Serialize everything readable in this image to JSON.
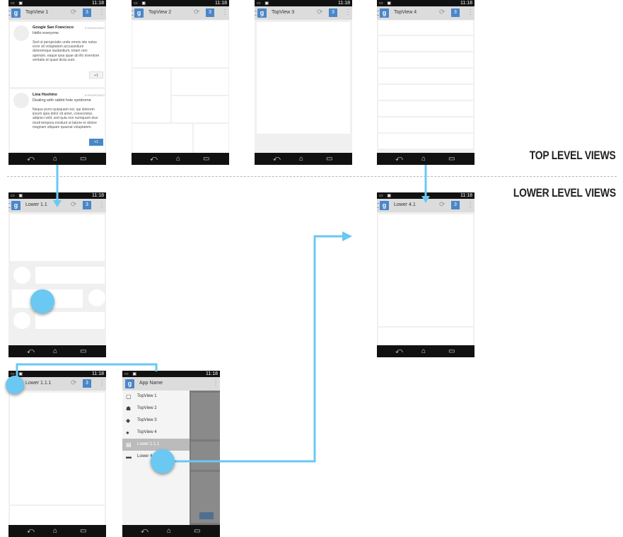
{
  "status_time": "11:18",
  "badge_count": "3",
  "status_icons": "▭ ▣",
  "nav_icons": {
    "back": "⤺",
    "home": "⌂",
    "recent": "▭"
  },
  "action_icons": {
    "refresh": "⟳",
    "menu": "⋮",
    "g_logo": "g"
  },
  "headings": {
    "top": "TOP LEVEL VIEWS",
    "lower": "LOWER LEVEL VIEWS"
  },
  "screens": {
    "topview1": {
      "title": "TopView 1"
    },
    "topview2": {
      "title": "TopView 2"
    },
    "topview3": {
      "title": "TopView 3"
    },
    "topview4": {
      "title": "TopView 4"
    },
    "lower11": {
      "title": "Lower 1.1"
    },
    "lower41": {
      "title": "Lower 4.1"
    },
    "lower111": {
      "title": "Lower 1.1.1"
    },
    "drawer": {
      "title": "App Name"
    }
  },
  "posts": [
    {
      "author": "Google San Francisco",
      "time": "6 HOURS AGO",
      "tagline": "Hello everyone.",
      "body": "Sed ut perspiciatis unde omnis iste natus error sit voluptatem accusantium doloremque laudantium, totam rem aperiam, eaque ipsa quae ab illo inventore veritatis et quasi dicta sunt.",
      "plus": "+1"
    },
    {
      "author": "Lina Hoshino",
      "time": "6 HOURS AGO",
      "tagline": "Dealing with rabbit hole syndrome",
      "body": "Neque porro quisquam est, qui dolorem ipsum quia dolor sit amet, consectetur, adipisci velit, sed quia non numquam eius modi tempora incidunt ut labore et dolore magnam aliquam quaerat voluptatem.",
      "plus": "+1"
    }
  ],
  "drawer_items": [
    {
      "label": "TopView 1",
      "icon": "inbox-icon",
      "glyph": "▢"
    },
    {
      "label": "TopView 2",
      "icon": "people-icon",
      "glyph": "☗"
    },
    {
      "label": "TopView 3",
      "icon": "tag-icon",
      "glyph": "◆"
    },
    {
      "label": "TopView 4",
      "icon": "info-icon",
      "glyph": "●"
    },
    {
      "label": "Lower 1.1.1",
      "icon": "chat-icon",
      "glyph": "▤",
      "selected": true
    },
    {
      "label": "Lower 4.1",
      "icon": "folder-icon",
      "glyph": "▬"
    }
  ],
  "colors": {
    "accent": "#6ac8f2",
    "badge": "#4a86c8",
    "actionbar": "#dcdcdc",
    "background": "#f0f0f0"
  }
}
